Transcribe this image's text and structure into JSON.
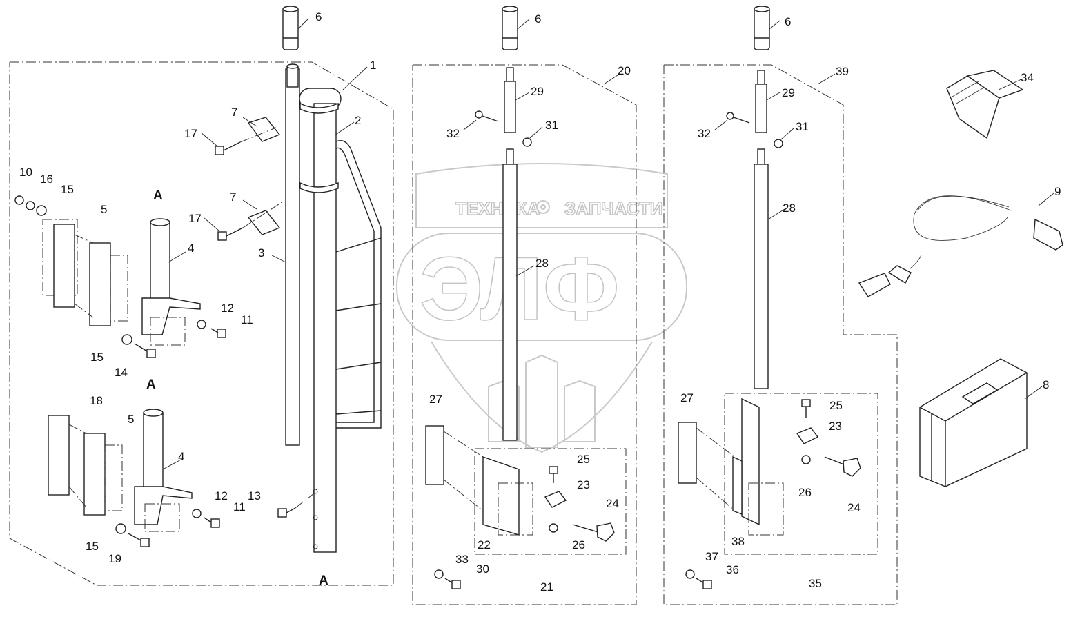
{
  "watermark": {
    "line1_left": "ТЕХНИКА",
    "line1_right": "ЗАПЧАСТИ",
    "big": "ЭЛФ",
    "gear_icon": "gear-icon"
  },
  "callouts": {
    "c1": "1",
    "c2": "2",
    "c3": "3",
    "c4a": "4",
    "c4b": "4",
    "c5a": "5",
    "c5b": "5",
    "c6a": "6",
    "c6b": "6",
    "c6c": "6",
    "c7a": "7",
    "c7b": "7",
    "c8": "8",
    "c9": "9",
    "c10": "10",
    "c11a": "11",
    "c11b": "11",
    "c12a": "12",
    "c12b": "12",
    "c13": "13",
    "c14": "14",
    "c15a": "15",
    "c15b": "15",
    "c15c": "15",
    "c16": "16",
    "c17a": "17",
    "c17b": "17",
    "c18": "18",
    "c19": "19",
    "c20": "20",
    "c21": "21",
    "c22": "22",
    "c23a": "23",
    "c23b": "23",
    "c24a": "24",
    "c24b": "24",
    "c25a": "25",
    "c25b": "25",
    "c26a": "26",
    "c26b": "26",
    "c27a": "27",
    "c27b": "27",
    "c28a": "28",
    "c28b": "28",
    "c29a": "29",
    "c29b": "29",
    "c30": "30",
    "c31a": "31",
    "c31b": "31",
    "c32a": "32",
    "c32b": "32",
    "c33": "33",
    "c34": "34",
    "c35": "35",
    "c36": "36",
    "c37": "37",
    "c38": "38",
    "c39": "39",
    "a1": "A",
    "a2": "A",
    "a3": "A"
  }
}
